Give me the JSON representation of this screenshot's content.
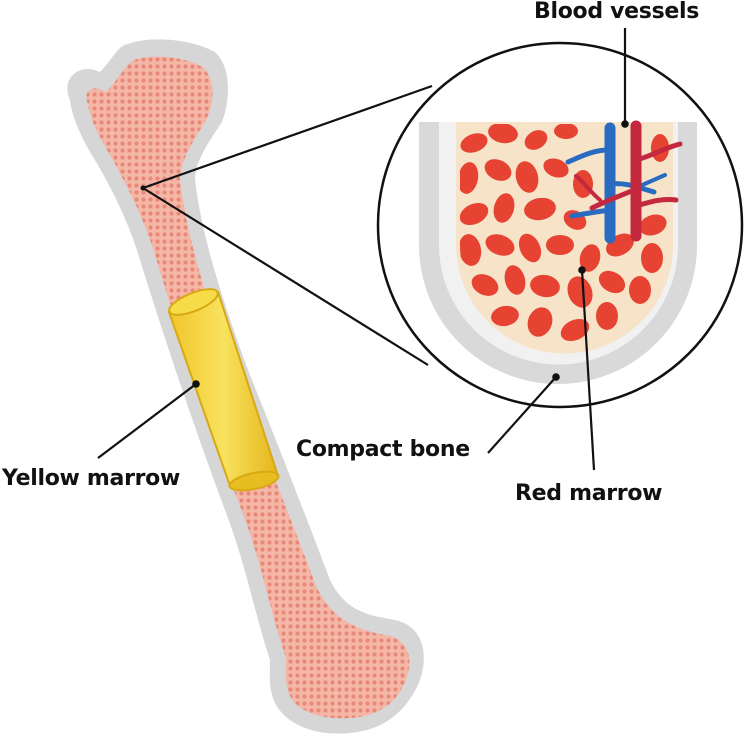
{
  "labels": {
    "blood_vessels": "Blood vessels",
    "compact_bone": "Compact bone",
    "red_marrow": "Red marrow",
    "yellow_marrow": "Yellow marrow"
  },
  "colors": {
    "bone_outline": "#d6d6d6",
    "bone_fill": "#f4b7a6",
    "spongy_dot": "#e9887a",
    "yellow_marrow": "#f2d23a",
    "marrow_background": "#f6e3c8",
    "red_cell": "#e64332",
    "vein": "#2a6bc2",
    "artery": "#c4283e",
    "leader_line": "#111111"
  }
}
